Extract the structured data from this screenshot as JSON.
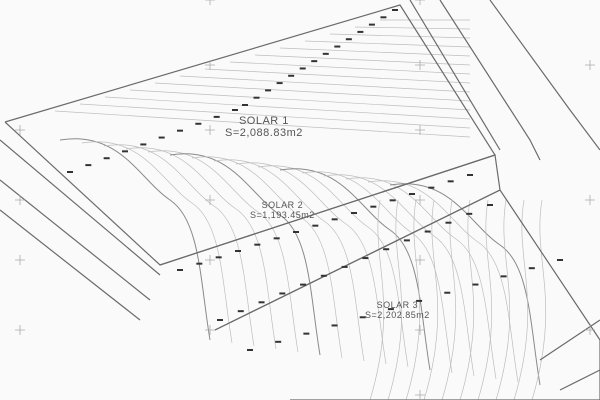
{
  "lots": [
    {
      "name": "SOLAR 1",
      "area": "S=2,088.83m2"
    },
    {
      "name": "SOLAR 2",
      "area": "S=1,193.45m2"
    },
    {
      "name": "SOLAR 3",
      "area": "S=2,202.85m2"
    }
  ],
  "colors": {
    "line": "#6b6b6b",
    "contour": "#b5b5b5",
    "dash": "#333333"
  }
}
